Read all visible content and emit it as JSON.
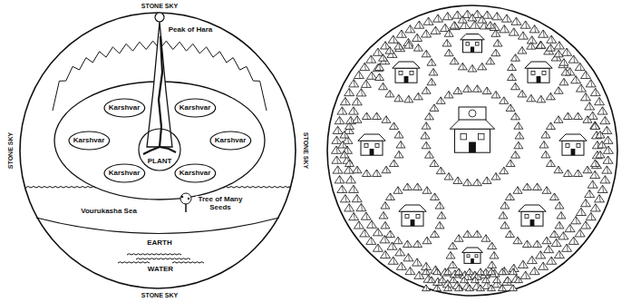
{
  "diagram": {
    "nodes": [
      {
        "text": [
          "Karshvar"
        ]
      },
      {
        "text": [
          "Karshvar"
        ]
      },
      {
        "text": [
          "Karshvar"
        ]
      },
      {
        "text": [
          "PLANT"
        ]
      },
      {
        "text": [
          "Karshvar"
        ]
      },
      {
        "text": [
          "Karshvar"
        ]
      },
      {
        "text": [
          "Karshvar"
        ]
      }
    ],
    "labels": [
      "STONE SKY",
      "Peak of Hara",
      "STONE SKY",
      "STONE SKY",
      "Vourukasha Sea",
      "Tree of Many Seeds",
      "EARTH",
      "WATER",
      "STONE SKY"
    ]
  }
}
